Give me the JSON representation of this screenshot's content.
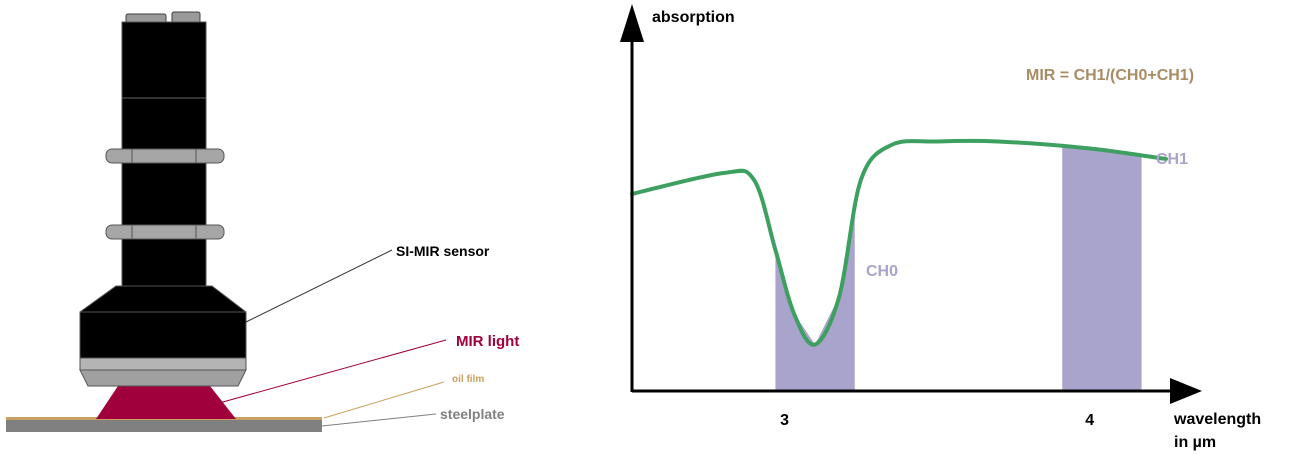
{
  "sensor_diagram": {
    "labels": {
      "sensor": "SI-MIR sensor",
      "light": "MIR light",
      "film": "oil film",
      "plate": "steelplate"
    },
    "colors": {
      "sensor_body": "#000000",
      "sensor_gray": "#a6a6a6",
      "light": "#a0003c",
      "film": "#c8a060",
      "plate": "#808080"
    }
  },
  "chart": {
    "y_label": "absorption",
    "x_label_line1": "wavelength",
    "x_label_line2": "in µm",
    "x_ticks": [
      "3",
      "4"
    ],
    "formula": "MIR = CH1/(CH0+CH1)",
    "channels": [
      {
        "name": "CH0",
        "from": 2.97,
        "to": 3.23
      },
      {
        "name": "CH1",
        "from": 3.91,
        "to": 4.17
      }
    ],
    "colors": {
      "curve": "#3ea060",
      "channel": "#a9a4cb",
      "channel_label": "#a9a4cb",
      "formula": "#a88c64"
    }
  },
  "chart_data": {
    "type": "line",
    "x": [
      2.5,
      2.8,
      2.9,
      2.97,
      3.03,
      3.1,
      3.18,
      3.25,
      3.35,
      3.5,
      3.7,
      4.0,
      4.25
    ],
    "y": [
      0.56,
      0.62,
      0.6,
      0.4,
      0.22,
      0.13,
      0.27,
      0.6,
      0.7,
      0.71,
      0.71,
      0.69,
      0.66
    ],
    "xlim": [
      2.5,
      4.25
    ],
    "ylim": [
      0,
      1
    ],
    "xlabel": "wavelength in µm",
    "ylabel": "absorption",
    "x_ticks": [
      3,
      4
    ],
    "grid": false,
    "shaded_bands": [
      {
        "name": "CH0",
        "x_range": [
          2.97,
          3.23
        ]
      },
      {
        "name": "CH1",
        "x_range": [
          3.91,
          4.17
        ]
      }
    ],
    "annotation": "MIR = CH1/(CH0+CH1)"
  }
}
